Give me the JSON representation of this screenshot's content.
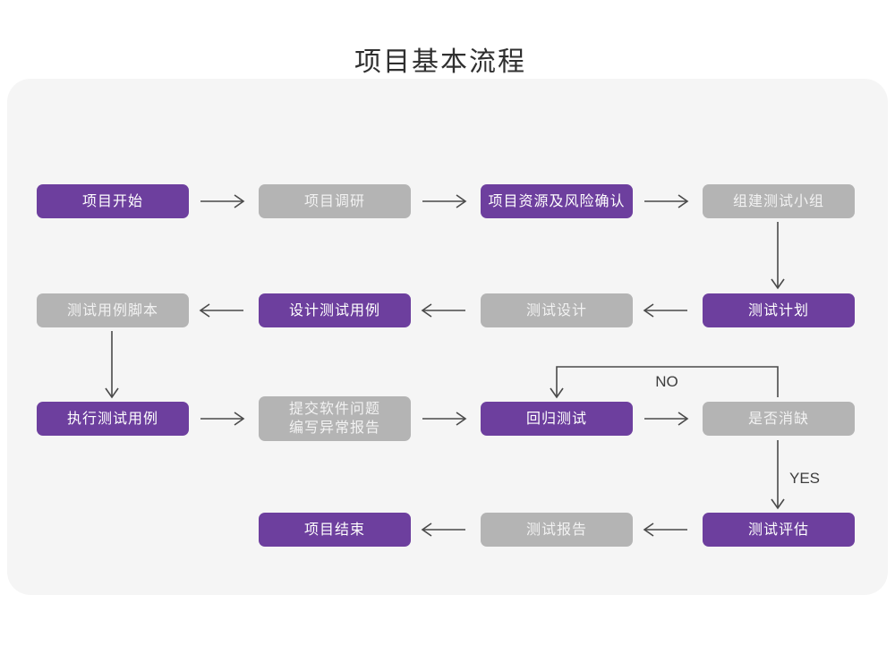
{
  "page": {
    "background_color": "#ffffff",
    "card_color": "#f5f5f5"
  },
  "title": "项目基本流程",
  "palette": {
    "purple": "#6d3f9e",
    "gray": "#b4b4b4",
    "purple_text": "#ffffff",
    "gray_text": "#f2f2f2",
    "arrow": "#4a4a4a",
    "title_text": "#2f2f2f"
  },
  "chart_data": {
    "type": "diagram",
    "title": "项目基本流程",
    "nodes": [
      {
        "id": "n1",
        "label": "项目开始",
        "style": "purple",
        "row": 1,
        "col": 1
      },
      {
        "id": "n2",
        "label": "项目调研",
        "style": "gray",
        "row": 1,
        "col": 2
      },
      {
        "id": "n3",
        "label": "项目资源及风险确认",
        "style": "purple",
        "row": 1,
        "col": 3
      },
      {
        "id": "n4",
        "label": "组建测试小组",
        "style": "gray",
        "row": 1,
        "col": 4
      },
      {
        "id": "n5",
        "label": "测试用例脚本",
        "style": "gray",
        "row": 2,
        "col": 1
      },
      {
        "id": "n6",
        "label": "设计测试用例",
        "style": "purple",
        "row": 2,
        "col": 2
      },
      {
        "id": "n7",
        "label": "测试设计",
        "style": "gray",
        "row": 2,
        "col": 3
      },
      {
        "id": "n8",
        "label": "测试计划",
        "style": "purple",
        "row": 2,
        "col": 4
      },
      {
        "id": "n9",
        "label": "执行测试用例",
        "style": "purple",
        "row": 3,
        "col": 1
      },
      {
        "id": "n10",
        "label": "提交软件问题\n编写异常报告",
        "style": "gray",
        "row": 3,
        "col": 2
      },
      {
        "id": "n11",
        "label": "回归测试",
        "style": "purple",
        "row": 3,
        "col": 3
      },
      {
        "id": "n12",
        "label": "是否消缺",
        "style": "gray",
        "row": 3,
        "col": 4
      },
      {
        "id": "n13",
        "label": "项目结束",
        "style": "purple",
        "row": 4,
        "col": 2
      },
      {
        "id": "n14",
        "label": "测试报告",
        "style": "gray",
        "row": 4,
        "col": 3
      },
      {
        "id": "n15",
        "label": "测试评估",
        "style": "purple",
        "row": 4,
        "col": 4
      }
    ],
    "edges": [
      {
        "from": "n1",
        "to": "n2",
        "direction": "right",
        "label": ""
      },
      {
        "from": "n2",
        "to": "n3",
        "direction": "right",
        "label": ""
      },
      {
        "from": "n3",
        "to": "n4",
        "direction": "right",
        "label": ""
      },
      {
        "from": "n4",
        "to": "n8",
        "direction": "down",
        "label": ""
      },
      {
        "from": "n8",
        "to": "n7",
        "direction": "left",
        "label": ""
      },
      {
        "from": "n7",
        "to": "n6",
        "direction": "left",
        "label": ""
      },
      {
        "from": "n6",
        "to": "n5",
        "direction": "left",
        "label": ""
      },
      {
        "from": "n5",
        "to": "n9",
        "direction": "down",
        "label": ""
      },
      {
        "from": "n9",
        "to": "n10",
        "direction": "right",
        "label": ""
      },
      {
        "from": "n10",
        "to": "n11",
        "direction": "right",
        "label": ""
      },
      {
        "from": "n11",
        "to": "n12",
        "direction": "right",
        "label": ""
      },
      {
        "from": "n12",
        "to": "n11",
        "direction": "loop-up-left",
        "label": "NO"
      },
      {
        "from": "n12",
        "to": "n15",
        "direction": "down",
        "label": "YES"
      },
      {
        "from": "n15",
        "to": "n14",
        "direction": "left",
        "label": ""
      },
      {
        "from": "n14",
        "to": "n13",
        "direction": "left",
        "label": ""
      }
    ],
    "edge_labels": [
      "NO",
      "YES"
    ]
  }
}
